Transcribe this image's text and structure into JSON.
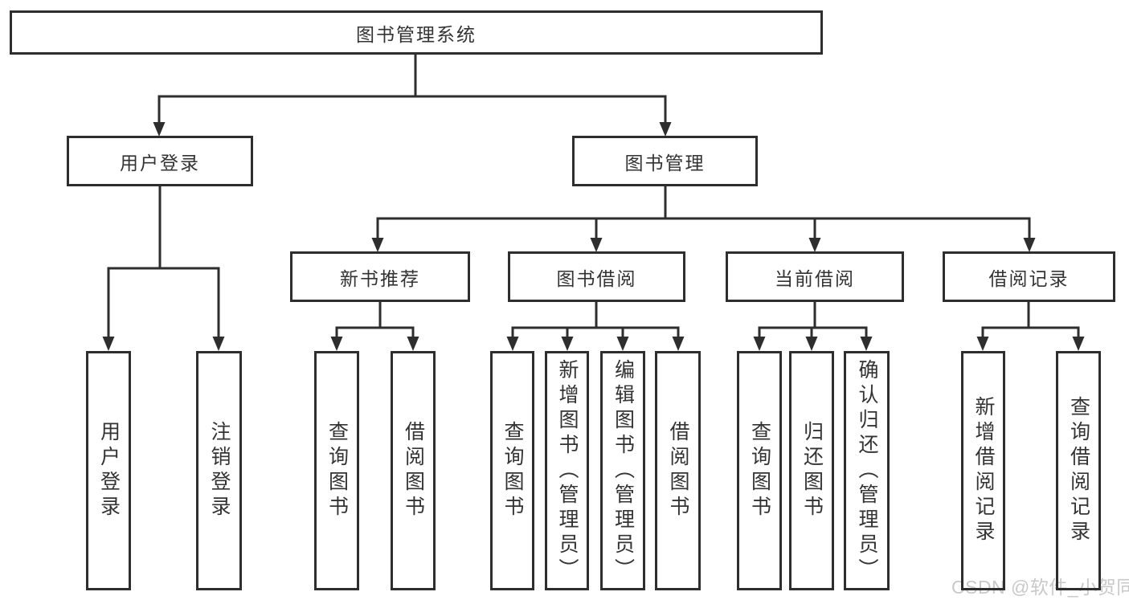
{
  "diagram": {
    "type": "tree",
    "root": {
      "label": "图书管理系统"
    },
    "branches": [
      {
        "label": "用户登录",
        "children": [
          {
            "label": "用户登录"
          },
          {
            "label": "注销登录"
          }
        ]
      },
      {
        "label": "图书管理",
        "children": [
          {
            "label": "新书推荐",
            "children": [
              {
                "label": "查询图书"
              },
              {
                "label": "借阅图书"
              }
            ]
          },
          {
            "label": "图书借阅",
            "children": [
              {
                "label": "查询图书"
              },
              {
                "label": "新增图书（管理员）"
              },
              {
                "label": "编辑图书（管理员）"
              },
              {
                "label": "借阅图书"
              }
            ]
          },
          {
            "label": "当前借阅",
            "children": [
              {
                "label": "查询图书"
              },
              {
                "label": "归还图书"
              },
              {
                "label": "确认归还（管理员）"
              }
            ]
          },
          {
            "label": "借阅记录",
            "children": [
              {
                "label": "新增借阅记录"
              },
              {
                "label": "查询借阅记录"
              }
            ]
          }
        ]
      }
    ]
  },
  "watermark": {
    "text": "CSDN @软件_小贺同学"
  },
  "colors": {
    "line": "#2e2e2e",
    "text": "#333333",
    "background": "#ffffff",
    "watermark": "#c9c9c9"
  }
}
